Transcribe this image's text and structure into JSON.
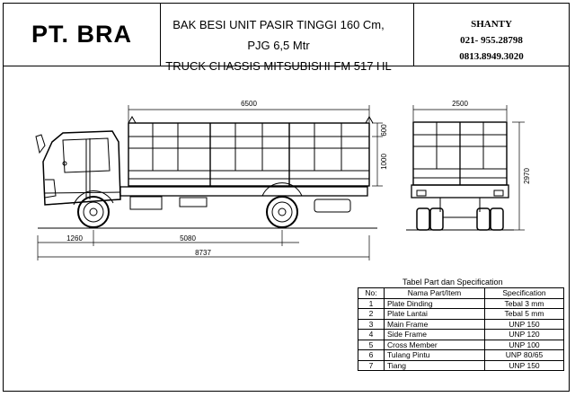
{
  "header": {
    "company": "PT. BRA",
    "description_line1": "BAK BESI UNIT PASIR TINGGI 160 Cm, PJG 6,5 Mtr",
    "description_line2": "TRUCK CHASSIS MITSUBISHI FM 517 HL",
    "contact_name": "SHANTY",
    "phone1": "021- 955.28798",
    "phone2": "0813.8949.3020"
  },
  "dimensions": {
    "side_body_length": "6500",
    "overhang_front": "1260",
    "wheelbase": "5080",
    "overall_length": "8737",
    "upper_height": "600",
    "lower_height": "1000",
    "rear_width": "2500",
    "overall_height": "2970"
  },
  "spec_table": {
    "title": "Tabel Part dan Specification",
    "headers": [
      "No:",
      "Nama Part/Item",
      "Specification"
    ],
    "rows": [
      {
        "no": "1",
        "name": "Plate Dinding",
        "spec": "Tebal 3 mm"
      },
      {
        "no": "2",
        "name": "Plate Lantai",
        "spec": "Tebal 5 mm"
      },
      {
        "no": "3",
        "name": "Main Frame",
        "spec": "UNP 150"
      },
      {
        "no": "4",
        "name": "Side Frame",
        "spec": "UNP 120"
      },
      {
        "no": "5",
        "name": "Cross Member",
        "spec": "UNP 100"
      },
      {
        "no": "6",
        "name": "Tulang Pintu",
        "spec": "UNP 80/65"
      },
      {
        "no": "7",
        "name": "Tiang",
        "spec": "UNP 150"
      }
    ]
  }
}
